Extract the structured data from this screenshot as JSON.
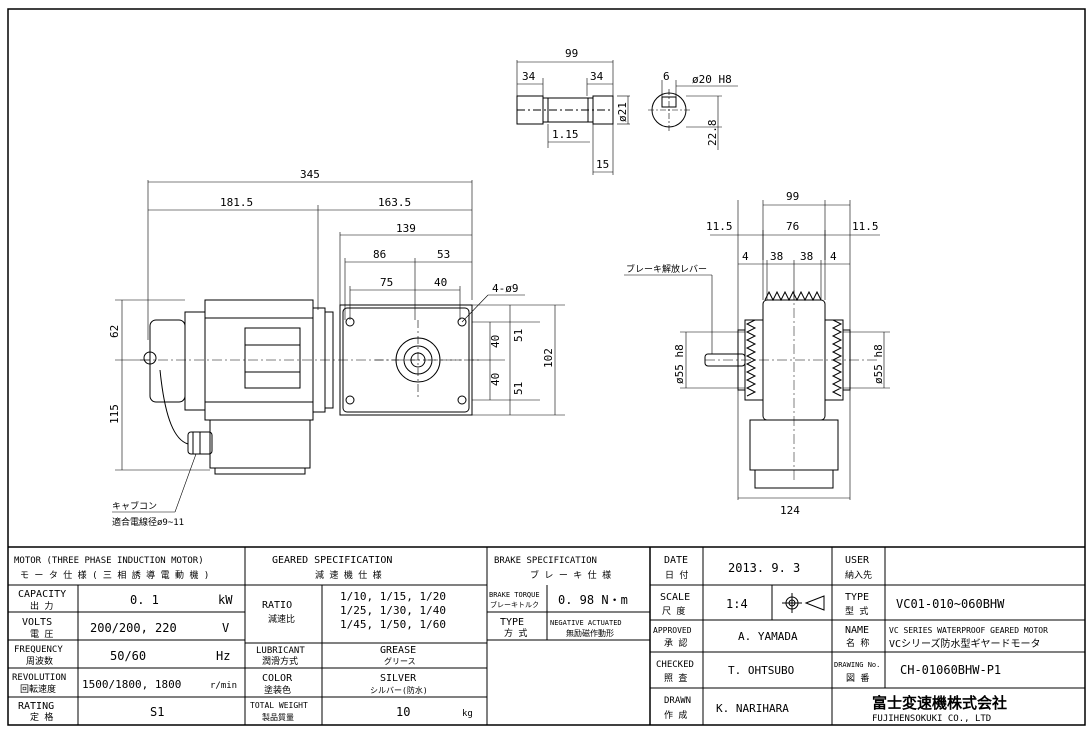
{
  "dims": {
    "shaft_total": "99",
    "shaft_left": "34",
    "shaft_right": "34",
    "shaft_d": "ø21",
    "shaft_key_len": "1.15",
    "shaft_key_w": "15",
    "key_w": "6",
    "bore": "ø20 H8",
    "key_h": "22.8",
    "overall": "345",
    "motor_len": "181.5",
    "gear_len": "163.5",
    "base_139": "139",
    "base_86": "86",
    "base_53": "53",
    "base_75": "75",
    "base_40": "40",
    "holes": "4-ø9",
    "v40a": "40",
    "v40b": "40",
    "v51a": "51",
    "v51b": "51",
    "v102": "102",
    "h62": "62",
    "h115": "115",
    "side_99": "99",
    "side_115a": "11.5",
    "side_76": "76",
    "side_115b": "11.5",
    "side_4a": "4",
    "side_38a": "38",
    "side_38b": "38",
    "side_4b": "4",
    "side_d55a": "ø55 h8",
    "side_d55b": "ø55 h8",
    "side_124": "124",
    "brake_lever": "ブレーキ解放レバー",
    "cabcon": "キャブコン",
    "cabcon_note": "適合電線径ø9~11"
  },
  "spec": {
    "motor_hdr_en": "MOTOR (THREE PHASE INDUCTION MOTOR)",
    "motor_hdr_jp": "モ ー タ 仕 様 ( 三 相 誘 導 電 動 機 )",
    "cap_en": "CAPACITY",
    "cap_jp": "出 力",
    "cap_val": "0. 1",
    "cap_unit": "kW",
    "volts_en": "VOLTS",
    "volts_jp": "電 圧",
    "volts_val": "200/200, 220",
    "volts_unit": "V",
    "freq_en": "FREQUENCY",
    "freq_jp": "周波数",
    "freq_val": "50/60",
    "freq_unit": "Hz",
    "rev_en": "REVOLUTION",
    "rev_jp": "回転速度",
    "rev_val": "1500/1800, 1800",
    "rev_unit": "r/min",
    "rating_en": "RATING",
    "rating_jp": "定 格",
    "rating_val": "S1",
    "gear_hdr_en": "GEARED SPECIFICATION",
    "gear_hdr_jp": "減 速 機 仕 様",
    "ratio_en": "RATIO",
    "ratio_jp": "減速比",
    "ratio_1": "1/10, 1/15, 1/20",
    "ratio_2": "1/25, 1/30, 1/40",
    "ratio_3": "1/45, 1/50, 1/60",
    "lub_en": "LUBRICANT",
    "lub_jp": "潤滑方式",
    "lub_val_en": "GREASE",
    "lub_val_jp": "グリース",
    "color_en": "COLOR",
    "color_jp": "塗装色",
    "color_val_en": "SILVER",
    "color_val_jp": "シルバー(防水)",
    "weight_en": "TOTAL WEIGHT",
    "weight_jp": "製品質量",
    "weight_val": "10",
    "weight_unit": "kg",
    "brake_hdr_en": "BRAKE SPECIFICATION",
    "brake_hdr_jp": "ブ レ ー キ 仕 様",
    "torque_en": "BRAKE TORQUE",
    "torque_jp": "ブレーキトルク",
    "torque_val": "0. 98 N・m",
    "type_en": "TYPE",
    "type_jp": "方 式",
    "type_val_en": "NEGATIVE ACTUATED",
    "type_val_jp": "無励磁作動形"
  },
  "title": {
    "date_en": "DATE",
    "date_jp": "日 付",
    "date_val": "2013. 9. 3",
    "user_en": "USER",
    "user_jp": "納入先",
    "user_val": "",
    "scale_en": "SCALE",
    "scale_jp": "尺 度",
    "scale_val": "1:4",
    "type_en": "TYPE",
    "type_jp": "型 式",
    "type_val": "VC01-010~060BHW",
    "approved_en": "APPROVED",
    "approved_jp": "承 認",
    "approved_val": "A. YAMADA",
    "name_en": "NAME",
    "name_jp": "名 称",
    "name_val_en": "VC SERIES WATERPROOF GEARED MOTOR",
    "name_val_jp": "VCシリーズ防水型ギヤードモータ",
    "checked_en": "CHECKED",
    "checked_jp": "照 査",
    "checked_val": "T. OHTSUBO",
    "drawno_en": "DRAWING No.",
    "drawno_jp": "図 番",
    "drawno_val": "CH-01060BHW-P1",
    "drawn_en": "DRAWN",
    "drawn_jp": "作 成",
    "drawn_val": "K. NARIHARA",
    "company_jp": "富士変速機株式会社",
    "company_en": "FUJIHENSOKUKI CO., LTD"
  }
}
